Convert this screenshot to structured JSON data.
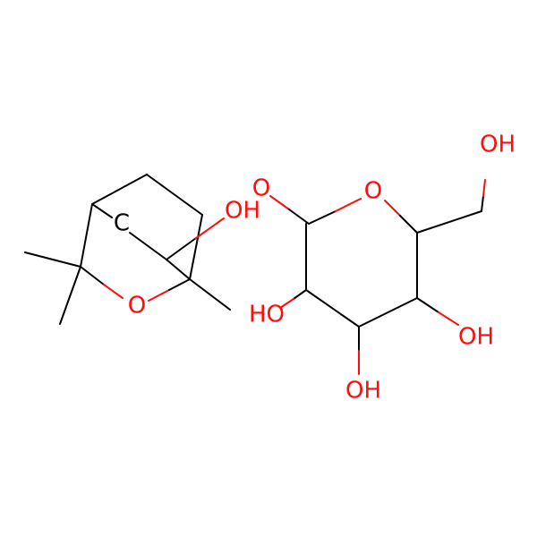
{
  "colors": {
    "bond": "#000000",
    "oxygen": "#ff0d0d",
    "carbon": "#000000",
    "background": "#ffffff"
  },
  "labels": {
    "bridge_carbon": "C",
    "bicyclic_hydroxyl": "OH",
    "ring_ether_oxygen": "O",
    "glycosidic_oxygen": "O",
    "sugar_ring_oxygen": "O",
    "hydroxymethyl_oh": "OH",
    "sugar_oh_2": "HO",
    "sugar_oh_3": "OH",
    "sugar_oh_4": "OH"
  }
}
